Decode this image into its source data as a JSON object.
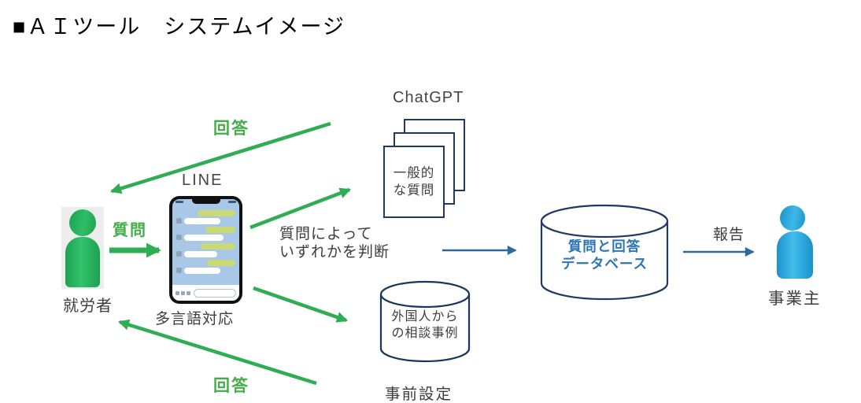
{
  "title": "■ＡＩツール　システムイメージ",
  "worker": {
    "label": "就労者"
  },
  "phone": {
    "app_label": "LINE",
    "caption": "多言語対応"
  },
  "chatgpt": {
    "label": "ChatGPT",
    "doc_line1": "一般的",
    "doc_line2": "な質問"
  },
  "case_db": {
    "line1": "外国人から",
    "line2": "の相談事例",
    "caption": "事前設定"
  },
  "qa_db": {
    "line1": "質問と回答",
    "line2": "データベース"
  },
  "owner": {
    "label": "事業主"
  },
  "flows": {
    "question_label": "質問",
    "answer_top_label": "回答",
    "answer_bottom_label": "回答",
    "decision_line1": "質問によって",
    "decision_line2": "いずれかを判断",
    "report_label": "報告"
  },
  "colors": {
    "green_arrow": "#2fad53",
    "green_label": "#45ad49",
    "navy_outline": "#1f3864",
    "qa_db_text": "#2e75b6",
    "blue_arrow": "#2b6a99",
    "label_gray": "#3d3d3d",
    "worker_green": "#22b25b",
    "owner_blue": "#29a3d8",
    "phone_screen_blue": "#a9c7e6",
    "bubble_yellow": "#c9d973"
  }
}
